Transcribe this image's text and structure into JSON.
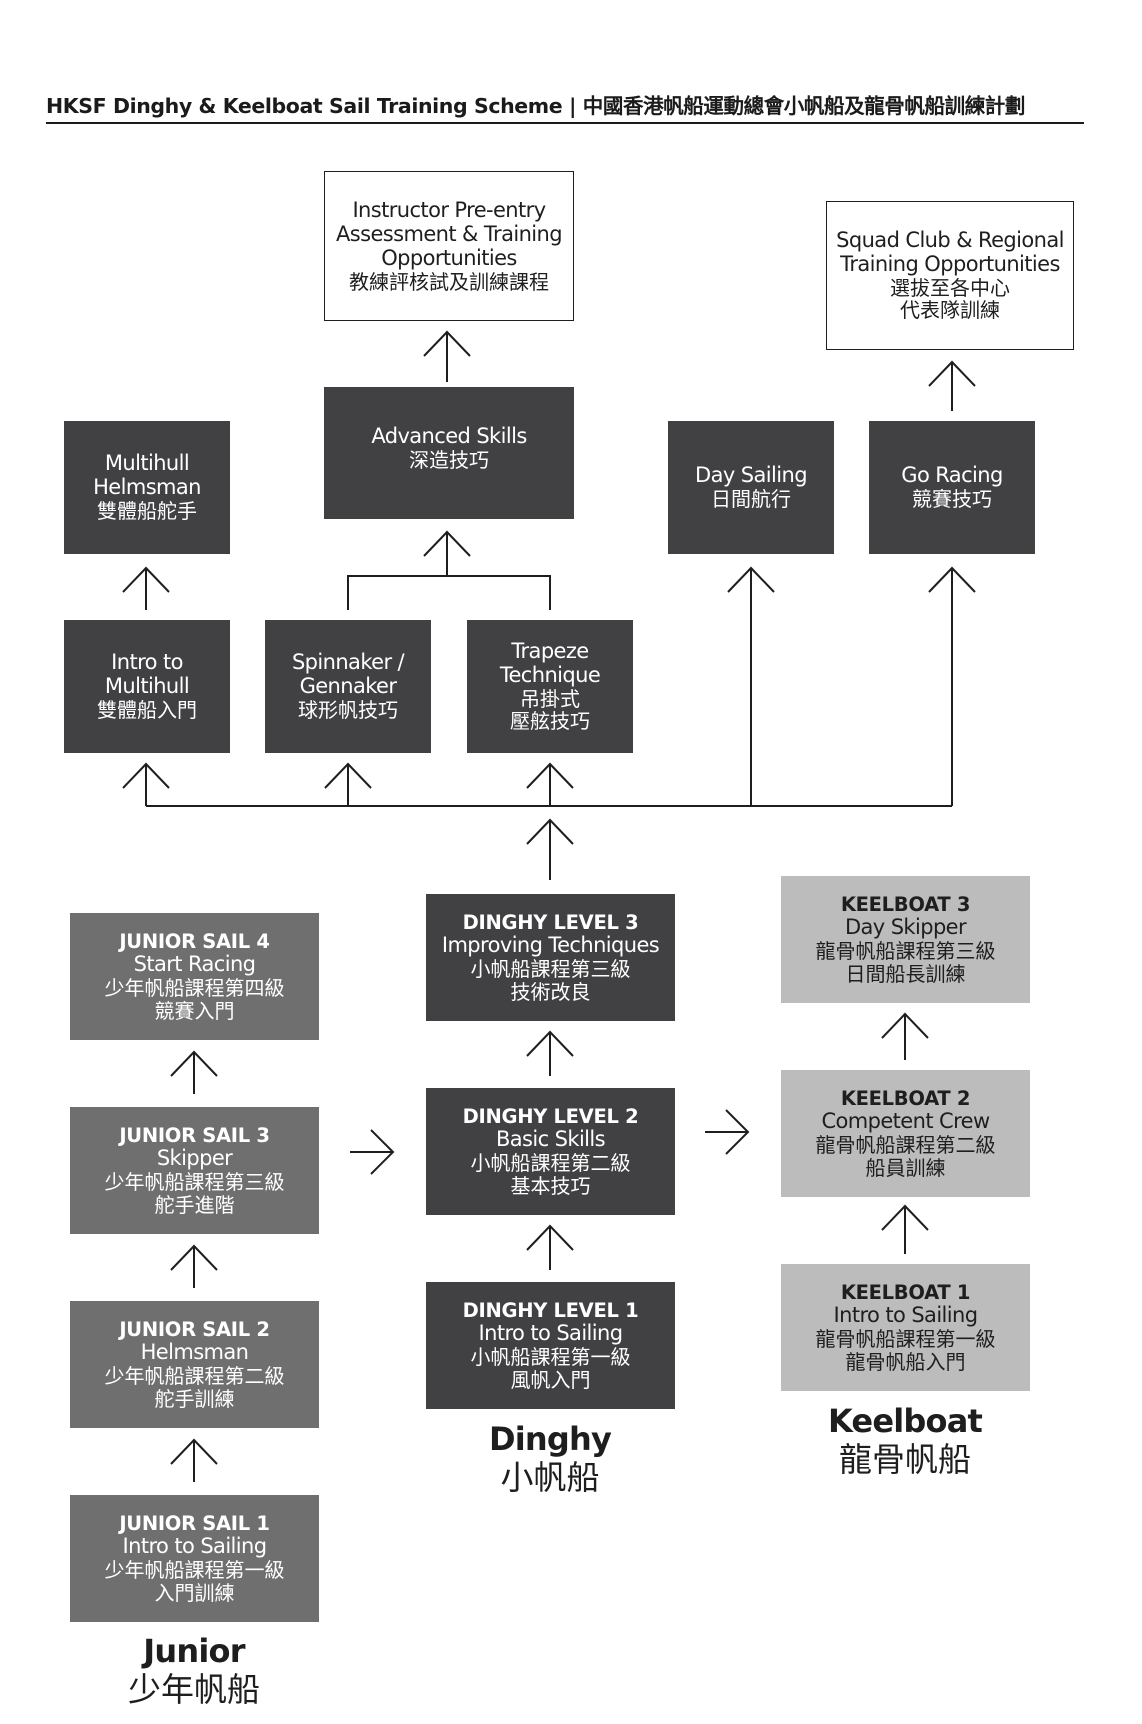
{
  "header": {
    "title": "HKSF Dinghy & Keelboat Sail Training Scheme | 中國香港帆船運動總會小帆船及龍骨帆船訓練計劃"
  },
  "colors": {
    "dark": "#414042",
    "mid": "#6f6f70",
    "light": "#bcbcbc",
    "line": "#1e1e1e"
  },
  "boxes": {
    "instructor": {
      "en": [
        "Instructor Pre-entry",
        "Assessment & Training",
        "Opportunities"
      ],
      "zh": "教練評核試及訓練課程"
    },
    "squad": {
      "en": [
        "Squad Club &  Regional",
        "Training Opportunities"
      ],
      "zh": [
        "選拔至各中心",
        "代表隊訓練"
      ]
    },
    "advanced": {
      "en": "Advanced Skills",
      "zh": "深造技巧"
    },
    "multihull_helmsman": {
      "en": [
        "Multihull",
        "Helmsman"
      ],
      "zh": "雙體船舵手"
    },
    "day_sailing": {
      "en": "Day Sailing",
      "zh": "日間航行"
    },
    "go_racing": {
      "en": "Go Racing",
      "zh": "競賽技巧"
    },
    "intro_multihull": {
      "en": [
        "Intro to",
        "Multihull"
      ],
      "zh": "雙體船入門"
    },
    "spinnaker": {
      "en": [
        "Spinnaker /",
        "Gennaker"
      ],
      "zh": "球形帆技巧"
    },
    "trapeze": {
      "en": [
        "Trapeze",
        "Technique"
      ],
      "zh": [
        "吊掛式",
        "壓舷技巧"
      ]
    },
    "junior4": {
      "level": "JUNIOR SAIL 4",
      "en": "Start Racing",
      "zh": [
        "少年帆船課程第四級",
        "競賽入門"
      ]
    },
    "junior3": {
      "level": "JUNIOR SAIL 3",
      "en": "Skipper",
      "zh": [
        "少年帆船課程第三級",
        "舵手進階"
      ]
    },
    "junior2": {
      "level": "JUNIOR SAIL 2",
      "en": "Helmsman",
      "zh": [
        "少年帆船課程第二級",
        "舵手訓練"
      ]
    },
    "junior1": {
      "level": "JUNIOR SAIL 1",
      "en": "Intro to Sailing",
      "zh": [
        "少年帆船課程第一級",
        "入門訓練"
      ]
    },
    "dinghy3": {
      "level": "DINGHY LEVEL 3",
      "en": "Improving Techniques",
      "zh": [
        "小帆船課程第三級",
        "技術改良"
      ]
    },
    "dinghy2": {
      "level": "DINGHY LEVEL 2",
      "en": "Basic Skills",
      "zh": [
        "小帆船課程第二級",
        "基本技巧"
      ]
    },
    "dinghy1": {
      "level": "DINGHY LEVEL 1",
      "en": "Intro to Sailing",
      "zh": [
        "小帆船課程第一級",
        "風帆入門"
      ]
    },
    "keelboat3": {
      "level": "KEELBOAT 3",
      "en": "Day Skipper",
      "zh": [
        "龍骨帆船課程第三級",
        "日間船長訓練"
      ]
    },
    "keelboat2": {
      "level": "KEELBOAT 2",
      "en": "Competent Crew",
      "zh": [
        "龍骨帆船課程第二級",
        "船員訓練"
      ]
    },
    "keelboat1": {
      "level": "KEELBOAT 1",
      "en": "Intro to Sailing",
      "zh": [
        "龍骨帆船課程第一級",
        "龍骨帆船入門"
      ]
    }
  },
  "groups": {
    "junior": {
      "en": "Junior",
      "zh": "少年帆船"
    },
    "dinghy": {
      "en": "Dinghy",
      "zh": "小帆船"
    },
    "keelboat": {
      "en": "Keelboat",
      "zh": "龍骨帆船"
    }
  }
}
